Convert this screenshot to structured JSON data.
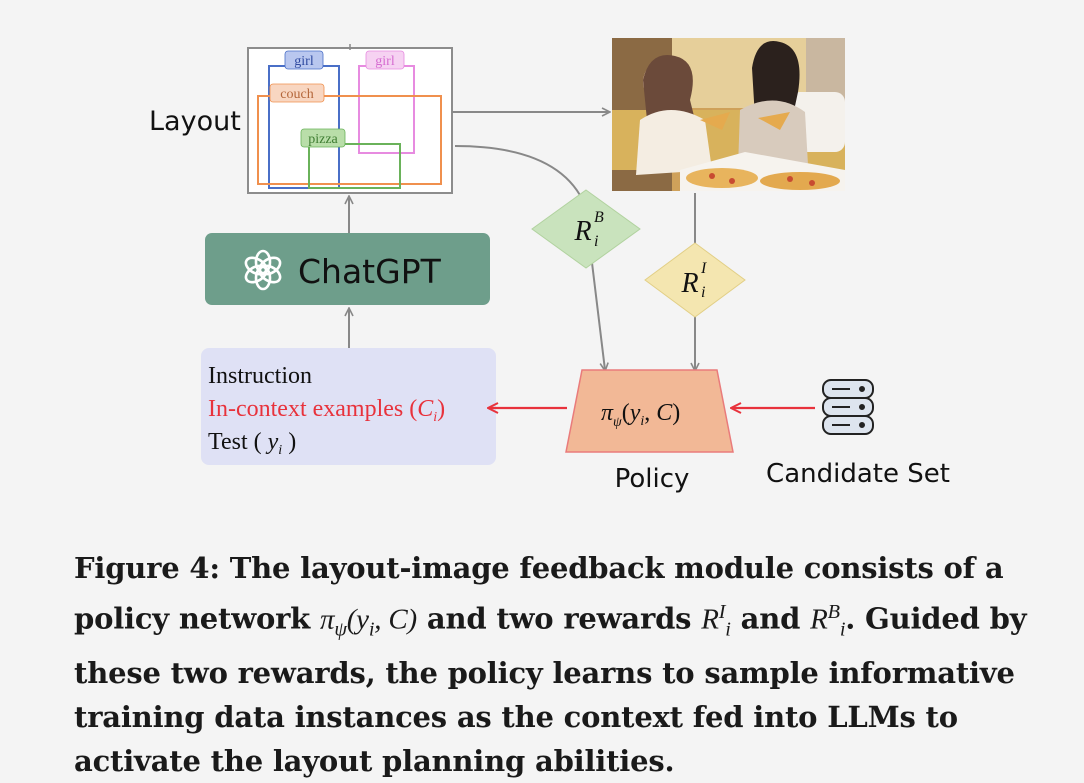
{
  "layout_panel": {
    "label": "Layout",
    "boxes": [
      "girl",
      "girl",
      "couch",
      "pizza"
    ]
  },
  "chatgpt": {
    "label": "ChatGPT"
  },
  "prompt_box": {
    "instruction": "Instruction",
    "examples_text": "In-context examples (",
    "examples_symbol": "C",
    "examples_sub": "i",
    "examples_close": ")",
    "test_text": "Test ( ",
    "test_symbol": "y",
    "test_sub": "i",
    "test_close": " )"
  },
  "rewards": {
    "box_reward": {
      "symbol": "R",
      "sub": "i",
      "sup": "B"
    },
    "image_reward": {
      "symbol": "R",
      "sub": "i",
      "sup": "I"
    }
  },
  "policy": {
    "pi": "π",
    "psi": "ψ",
    "args_open": "(",
    "y": "y",
    "i": "i",
    "comma": ", ",
    "C": "C",
    "args_close": ")",
    "label": "Policy"
  },
  "candidate_set": {
    "label": "Candidate Set"
  },
  "caption": {
    "part1": "Figure 4: The layout-image feedback module consists of a policy network ",
    "formula_pi": "π",
    "formula_psi": "ψ",
    "formula_args": "(y",
    "formula_i": "i",
    "formula_tail": ", C)",
    "part2": " and two rewards ",
    "r1": "R",
    "r1_sub": "i",
    "r1_sup": "I",
    "part3": " and ",
    "r2": "R",
    "r2_sub": "i",
    "r2_sup": "B",
    "part4": ". Guided by these two rewards, the policy learns to sample informative training data instances as the context fed into LLMs to activate the layout planning abilities."
  },
  "colors": {
    "chatgpt_fill": "#6e9e8b",
    "prompt_fill": "#dfe1f5",
    "reward_b_fill": "#c9e3bd",
    "reward_i_fill": "#f4e6b0",
    "policy_fill": "#f2b896",
    "red_arrow": "#e8323c",
    "box_girl1": "#4a6fc7",
    "box_girl2": "#e78be0",
    "box_couch": "#f0904e",
    "box_pizza": "#6ab25a"
  }
}
